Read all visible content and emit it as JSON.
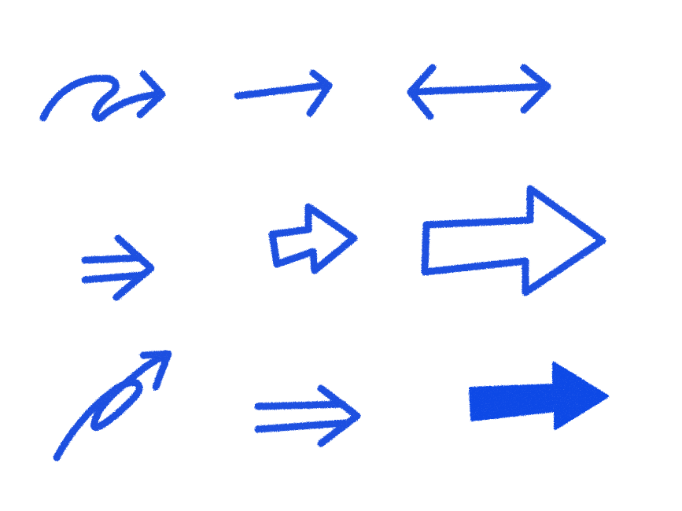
{
  "page": {
    "background_color": "#ffffff"
  },
  "palette": {
    "stroke_color": "#1a4fe0",
    "fill_color": "#0f49e6"
  },
  "arrows": [
    {
      "icon": "curly-loop-arrow-icon",
      "style": "sketch-stroke"
    },
    {
      "icon": "straight-arrow-icon",
      "style": "sketch-stroke"
    },
    {
      "icon": "double-headed-arrow-icon",
      "style": "sketch-stroke"
    },
    {
      "icon": "double-line-arrow-icon",
      "style": "sketch-stroke"
    },
    {
      "icon": "small-outline-block-arrow-icon",
      "style": "sketch-outline"
    },
    {
      "icon": "large-outline-block-arrow-icon",
      "style": "sketch-outline"
    },
    {
      "icon": "looping-diagonal-arrow-icon",
      "style": "sketch-stroke"
    },
    {
      "icon": "double-line-long-arrow-icon",
      "style": "sketch-stroke"
    },
    {
      "icon": "filled-block-arrow-icon",
      "style": "sketch-filled"
    }
  ]
}
